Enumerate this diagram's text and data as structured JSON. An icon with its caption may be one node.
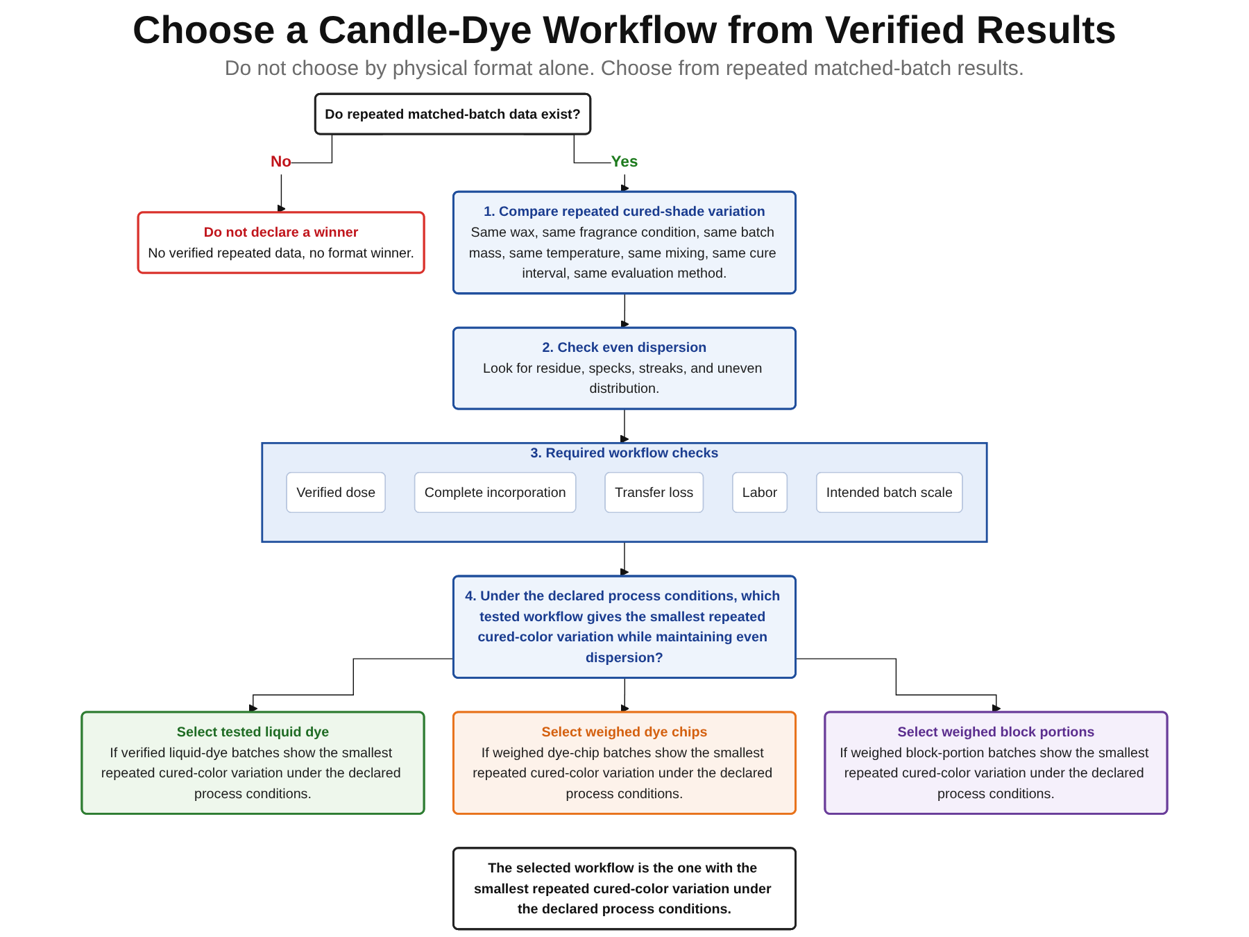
{
  "diagram": {
    "title": "Choose a Candle-Dye Workflow from Verified Results",
    "caption": "Do not choose by physical format alone. Choose from repeated matched-batch results.",
    "nodes": [
      {
        "text": [
          "Do repeated matched-batch data exist?"
        ]
      },
      {
        "text": [
          "Do not declare a winner",
          "No verified repeated data, no format winner."
        ]
      },
      {
        "text": [
          "1. Compare repeated cured-shade variation",
          "Same wax, same fragrance condition, same batch mass, same temperature, same mixing, same cure interval, same evaluation method."
        ]
      },
      {
        "text": [
          "2. Check even dispersion",
          "Look for residue, specks, streaks, and uneven distribution."
        ]
      },
      {
        "text": [
          "3. Required workflow checks"
        ]
      },
      {
        "text": [
          "Verified dose"
        ],
        "in": 4
      },
      {
        "text": [
          "Complete incorporation"
        ],
        "in": 4
      },
      {
        "text": [
          "Transfer loss"
        ],
        "in": 4
      },
      {
        "text": [
          "Labor"
        ],
        "in": 4
      },
      {
        "text": [
          "Intended batch scale"
        ],
        "in": 4
      },
      {
        "text": [
          "4. Under the declared process conditions, which tested workflow gives the smallest repeated cured-color variation while maintaining even dispersion?"
        ]
      },
      {
        "text": [
          "Select tested liquid dye",
          "If verified liquid-dye batches show the smallest repeated cured-color variation under the declared process conditions."
        ]
      },
      {
        "text": [
          "Select weighed dye chips",
          "If weighed dye-chip batches show the smallest repeated cured-color variation under the declared process conditions."
        ]
      },
      {
        "text": [
          "Select weighed block portions",
          "If weighed block-portion batches show the smallest repeated cured-color variation under the declared process conditions."
        ]
      },
      {
        "text": [
          "The selected workflow is the one with the smallest repeated cured-color variation under the declared process conditions."
        ]
      }
    ],
    "edges": [
      {
        "from": 0,
        "to": 1,
        "arrow": "to",
        "label": "No"
      },
      {
        "from": 0,
        "to": 2,
        "arrow": "to",
        "label": "Yes"
      },
      {
        "from": 2,
        "to": 3,
        "arrow": "to"
      },
      {
        "from": 3,
        "to": 4,
        "arrow": "to"
      },
      {
        "from": 4,
        "to": 10,
        "arrow": "to"
      },
      {
        "from": 10,
        "to": 11,
        "arrow": "to"
      },
      {
        "from": 10,
        "to": 12,
        "arrow": "to"
      },
      {
        "from": 10,
        "to": 13,
        "arrow": "to"
      }
    ]
  }
}
